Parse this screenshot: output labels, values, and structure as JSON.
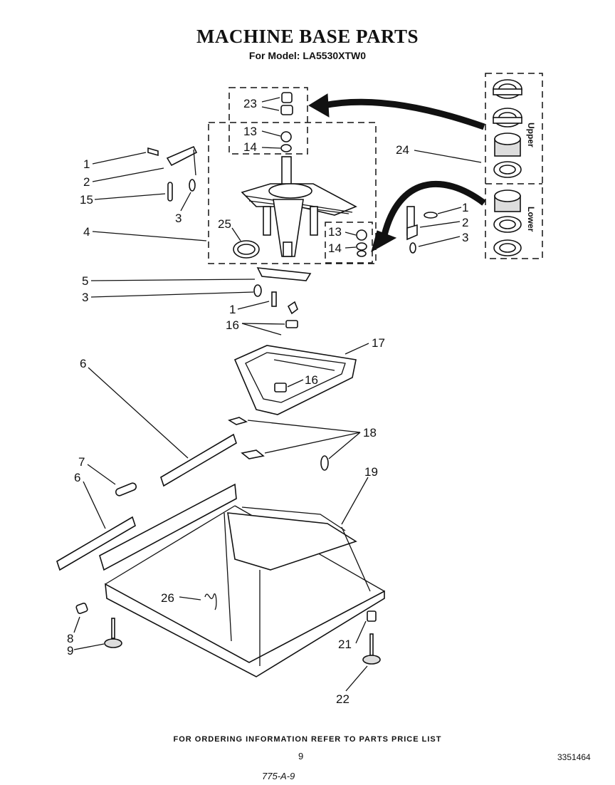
{
  "header": {
    "title": "MACHINE BASE PARTS",
    "model_line": "For Model: LA5530XTW0"
  },
  "side_labels": {
    "upper": "Upper",
    "lower": "Lower"
  },
  "callouts": [
    {
      "id": "c23",
      "text": "23"
    },
    {
      "id": "c13a",
      "text": "13"
    },
    {
      "id": "c14a",
      "text": "14"
    },
    {
      "id": "c24",
      "text": "24"
    },
    {
      "id": "c1a",
      "text": "1"
    },
    {
      "id": "c2a",
      "text": "2"
    },
    {
      "id": "c15",
      "text": "15"
    },
    {
      "id": "c3a",
      "text": "3"
    },
    {
      "id": "c4",
      "text": "4"
    },
    {
      "id": "c25",
      "text": "25"
    },
    {
      "id": "c1b",
      "text": "1"
    },
    {
      "id": "c2b",
      "text": "2"
    },
    {
      "id": "c3b",
      "text": "3"
    },
    {
      "id": "c13b",
      "text": "13"
    },
    {
      "id": "c14b",
      "text": "14"
    },
    {
      "id": "c5",
      "text": "5"
    },
    {
      "id": "c3c",
      "text": "3"
    },
    {
      "id": "c1c",
      "text": "1"
    },
    {
      "id": "c16a",
      "text": "16"
    },
    {
      "id": "c17",
      "text": "17"
    },
    {
      "id": "c16b",
      "text": "16"
    },
    {
      "id": "c6a",
      "text": "6"
    },
    {
      "id": "c18",
      "text": "18"
    },
    {
      "id": "c7",
      "text": "7"
    },
    {
      "id": "c6b",
      "text": "6"
    },
    {
      "id": "c19",
      "text": "19"
    },
    {
      "id": "c26",
      "text": "26"
    },
    {
      "id": "c8",
      "text": "8"
    },
    {
      "id": "c9",
      "text": "9"
    },
    {
      "id": "c21",
      "text": "21"
    },
    {
      "id": "c22",
      "text": "22"
    }
  ],
  "footer": {
    "ordering_note": "FOR ORDERING INFORMATION REFER TO PARTS PRICE LIST",
    "page_number": "9",
    "document_number": "3351464",
    "handwritten_note": "775-A-9"
  }
}
